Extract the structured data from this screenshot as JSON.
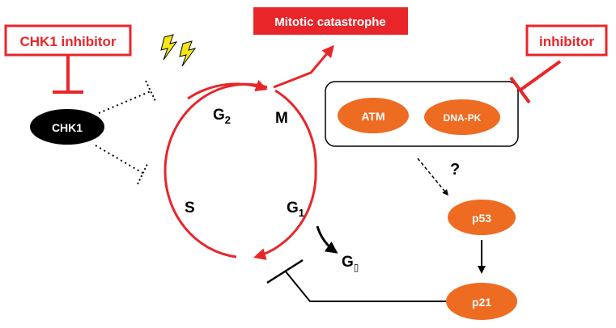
{
  "labels": {
    "chk1_inhibitor": "CHK1 inhibitor",
    "inhibitor": "inhibitor",
    "mitotic_catastrophe": "Mitotic catastrophe",
    "chk1": "CHK1",
    "atm": "ATM",
    "dna_pk": "DNA-PK",
    "p53": "p53",
    "p21": "p21",
    "question": "?",
    "phase_g2": "G",
    "phase_g2_sub": "2",
    "phase_m": "M",
    "phase_s": "S",
    "phase_g1": "G",
    "phase_g1_sub": "1",
    "phase_g0": "G",
    "phase_g0_sub": "▯"
  },
  "colors": {
    "red": "#e8262a",
    "orange": "#ee6b22",
    "black": "#000000",
    "lightning": "#f5e617"
  },
  "icons": [
    "lightning-bolt-icon",
    "lightning-bolt-icon"
  ]
}
